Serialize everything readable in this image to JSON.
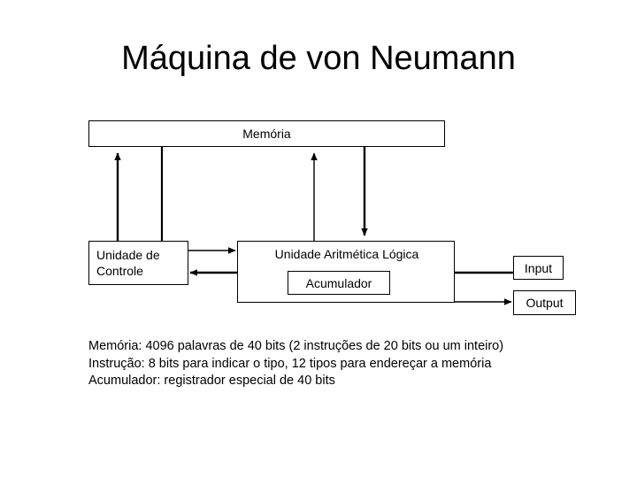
{
  "slide": {
    "title": "Máquina de von Neumann"
  },
  "diagram": {
    "type": "block-diagram",
    "blocks": [
      {
        "id": "memoria",
        "label": "Memória"
      },
      {
        "id": "controle",
        "label_line1": "Unidade de",
        "label_line2": "Controle"
      },
      {
        "id": "alu",
        "label": "Unidade Aritmética Lógica"
      },
      {
        "id": "acumulador",
        "label": "Acumulador"
      },
      {
        "id": "input",
        "label": "Input"
      },
      {
        "id": "output",
        "label": "Output"
      }
    ],
    "connections": [
      {
        "from": "controle",
        "to": "memoria",
        "direction": "up"
      },
      {
        "from": "memoria",
        "to": "controle",
        "direction": "down"
      },
      {
        "from": "alu",
        "to": "memoria",
        "direction": "up"
      },
      {
        "from": "memoria",
        "to": "alu",
        "direction": "down"
      },
      {
        "from": "controle",
        "to": "alu",
        "direction": "right"
      },
      {
        "from": "alu",
        "to": "controle",
        "direction": "left"
      },
      {
        "from": "input",
        "to": "acumulador",
        "direction": "left"
      },
      {
        "from": "alu",
        "to": "output",
        "direction": "right"
      }
    ],
    "line_color": "#000000"
  },
  "caption": {
    "line1": "Memória: 4096 palavras de 40 bits (2 instruções de 20 bits ou um inteiro)",
    "line2": "Instrução: 8 bits para indicar o tipo, 12 tipos para endereçar a memória",
    "line3": "Acumulador: registrador especial de 40 bits"
  }
}
